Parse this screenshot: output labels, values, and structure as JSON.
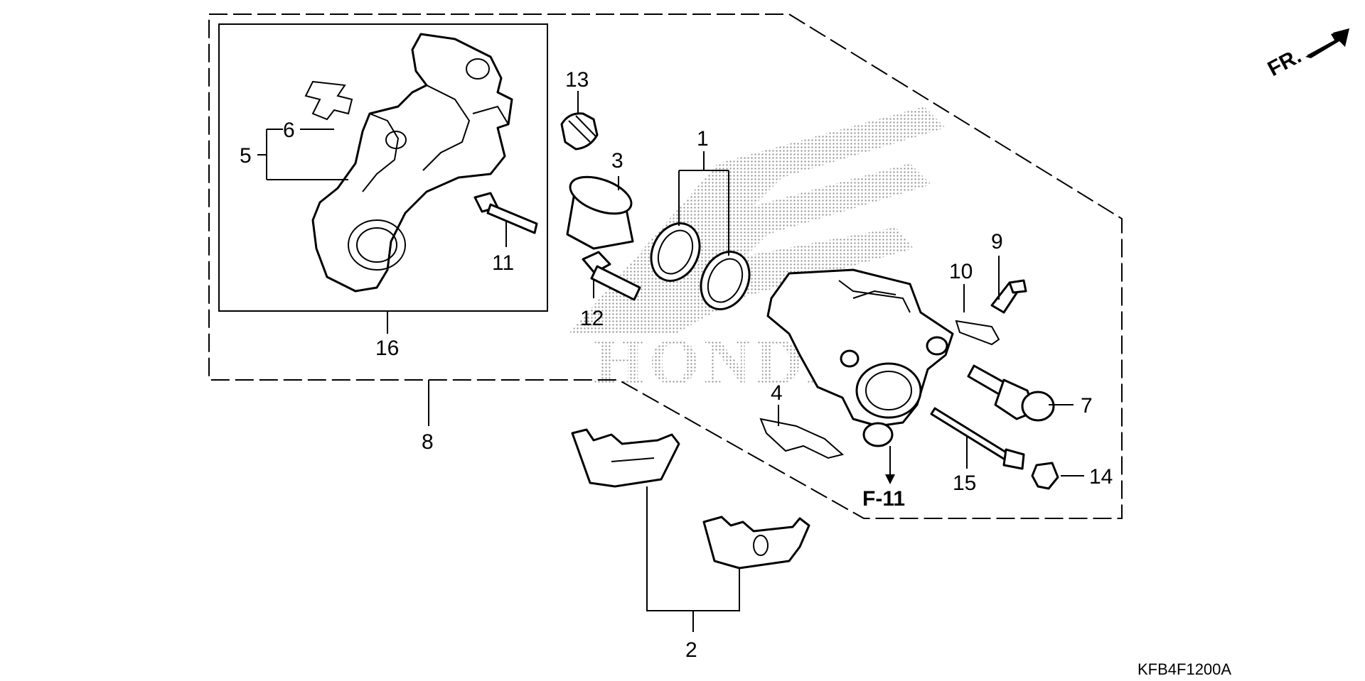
{
  "diagram": {
    "callouts": {
      "p1": "1",
      "p2": "2",
      "p3": "3",
      "p4": "4",
      "p5": "5",
      "p6": "6",
      "p7": "7",
      "p8": "8",
      "p9": "9",
      "p10": "10",
      "p11": "11",
      "p12": "12",
      "p13": "13",
      "p14": "14",
      "p15": "15",
      "p16": "16"
    },
    "reference": "F-11",
    "direction": "FR.",
    "diagram_code": "KFB4F1200A",
    "watermark": "HONDA",
    "colors": {
      "line": "#000000",
      "background": "#ffffff",
      "watermark_dots": "#9a9a9a"
    }
  }
}
